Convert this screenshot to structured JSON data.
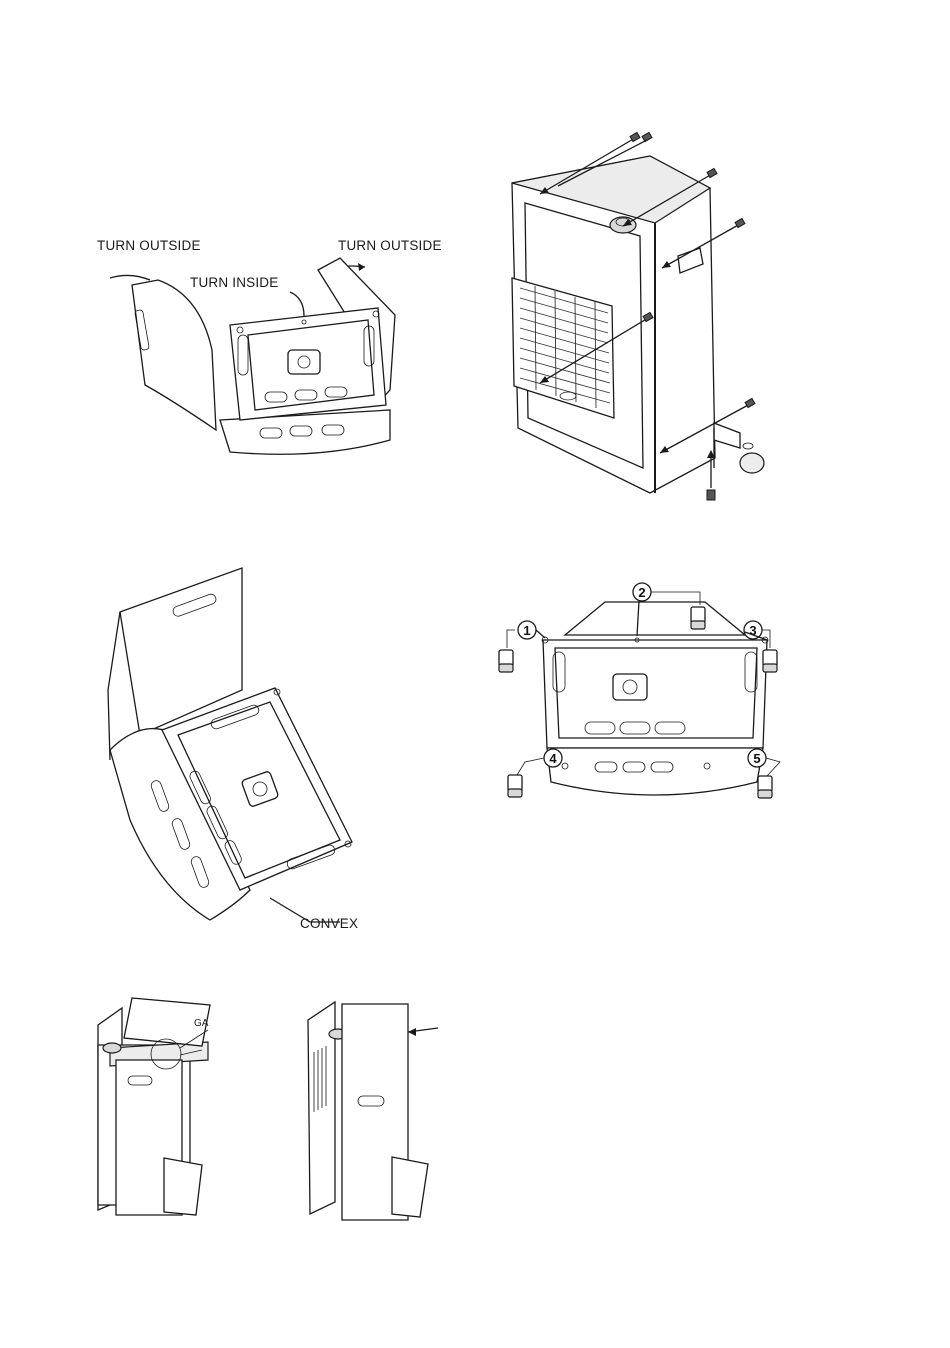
{
  "figures": {
    "fig1": {
      "labels": {
        "turn_outside_left": "TURN OUTSIDE",
        "turn_outside_right": "TURN OUTSIDE",
        "turn_inside": "TURN INSIDE"
      }
    },
    "fig3": {
      "labels": {
        "convex": "CONVEX"
      }
    },
    "fig4": {
      "callouts": [
        "1",
        "2",
        "3",
        "4",
        "5"
      ]
    },
    "fig5": {
      "labels": {
        "gap": "GA"
      }
    }
  }
}
